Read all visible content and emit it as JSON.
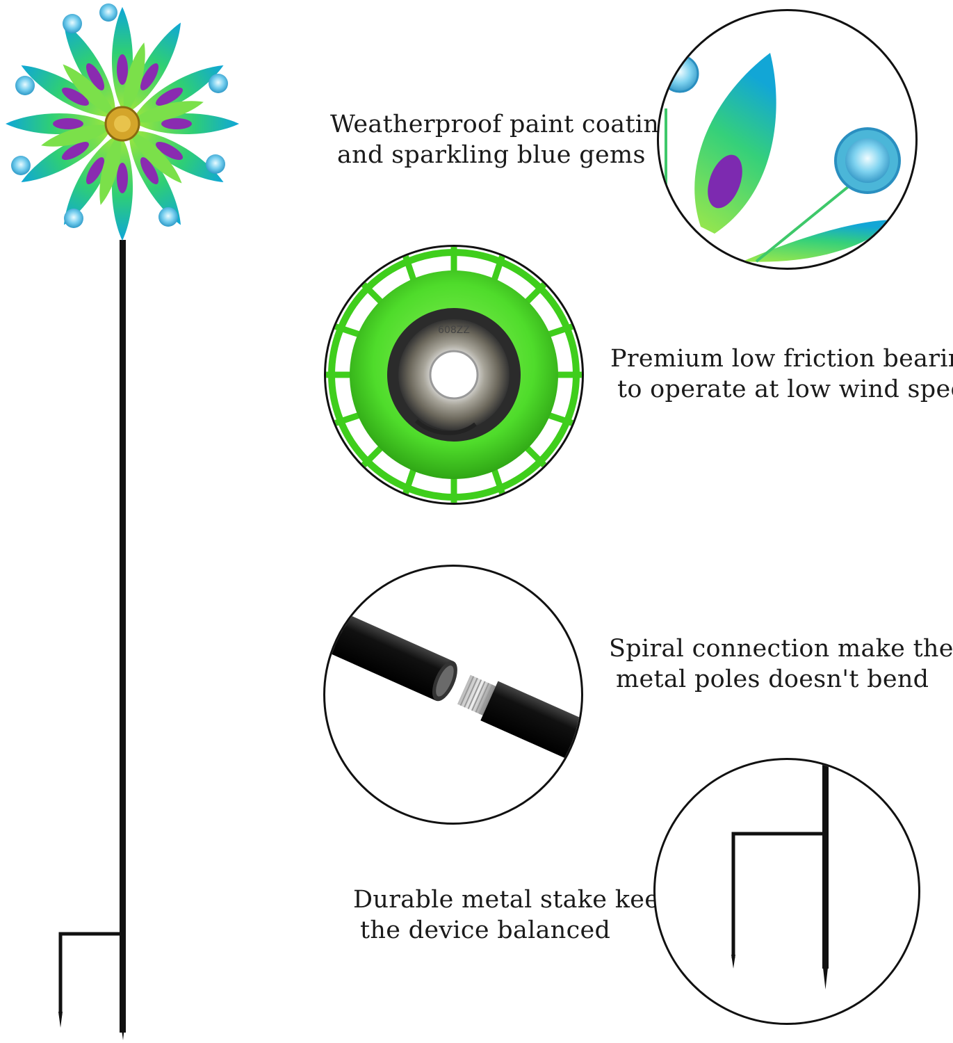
{
  "features": [
    {
      "line1": "Weatherproof paint coating",
      "line2": "and sparkling blue gems",
      "icon": "gem-petal-closeup-icon"
    },
    {
      "line1": "Premium low friction bearings",
      "line2": "to operate at low wind speeds",
      "icon": "bearing-closeup-icon",
      "bearing_mark": "608ZZ"
    },
    {
      "line1": "Spiral connection make the",
      "line2": "metal poles doesn't bend",
      "icon": "threaded-pole-closeup-icon"
    },
    {
      "line1": "Durable metal stake keep",
      "line2": "the device balanced",
      "icon": "stake-closeup-icon"
    }
  ],
  "colors": {
    "petal_green": "#3fd16a",
    "petal_teal": "#16b4c8",
    "petal_purple": "#8a2bb0",
    "gem_blue": "#6cc9ec",
    "pole": "#111111",
    "hub_gold": "#d4a52a",
    "bearing_green": "#4fdc2b"
  }
}
